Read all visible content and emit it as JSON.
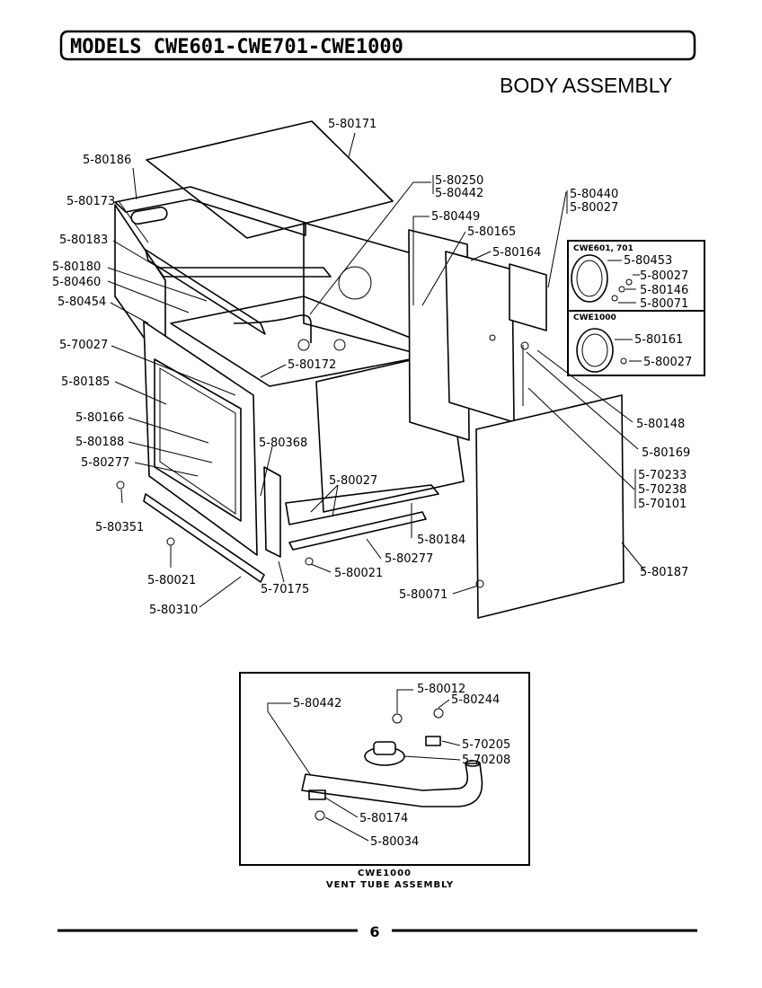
{
  "page": {
    "models_title": "MODELS CWE601-CWE701-CWE1000",
    "section_title": "BODY ASSEMBLY",
    "page_number": "6"
  },
  "inset_cwe601_701": {
    "title": "CWE601, 701",
    "parts": [
      "5-80453",
      "5-80027",
      "5-80146",
      "5-80071"
    ]
  },
  "inset_cwe1000": {
    "title": "CWE1000",
    "parts": [
      "5-80161",
      "5-80027"
    ]
  },
  "main_labels": {
    "p80171": "5-80171",
    "p80186": "5-80186",
    "p80173": "5-80173",
    "p80183": "5-80183",
    "p80180": "5-80180",
    "p80460": "5-80460",
    "p80454": "5-80454",
    "p70027": "5-70027",
    "p80185": "5-80185",
    "p80166": "5-80166",
    "p80188": "5-80188",
    "p80277a": "5-80277",
    "p80351": "5-80351",
    "p80021a": "5-80021",
    "p80310": "5-80310",
    "p70175": "5-70175",
    "p80021b": "5-80021",
    "p80368": "5-80368",
    "p80027a": "5-80027",
    "p80172": "5-80172",
    "p80250": "5-80250",
    "p80442a": "5-80442",
    "p80449": "5-80449",
    "p80165": "5-80165",
    "p80164": "5-80164",
    "p80440": "5-80440",
    "p80027b": "5-80027",
    "p80148": "5-80148",
    "p80169": "5-80169",
    "p70233": "5-70233",
    "p70238": "5-70238",
    "p70101": "5-70101",
    "p80184": "5-80184",
    "p80277b": "5-80277",
    "p80187": "5-80187",
    "p80071": "5-80071"
  },
  "vent_tube": {
    "caption_line1": "CWE1000",
    "caption_line2": "VENT TUBE ASSEMBLY",
    "p80442": "5-80442",
    "p80012": "5-80012",
    "p80244": "5-80244",
    "p70205": "5-70205",
    "p70208": "5-70208",
    "p80174": "5-80174",
    "p80034": "5-80034"
  }
}
